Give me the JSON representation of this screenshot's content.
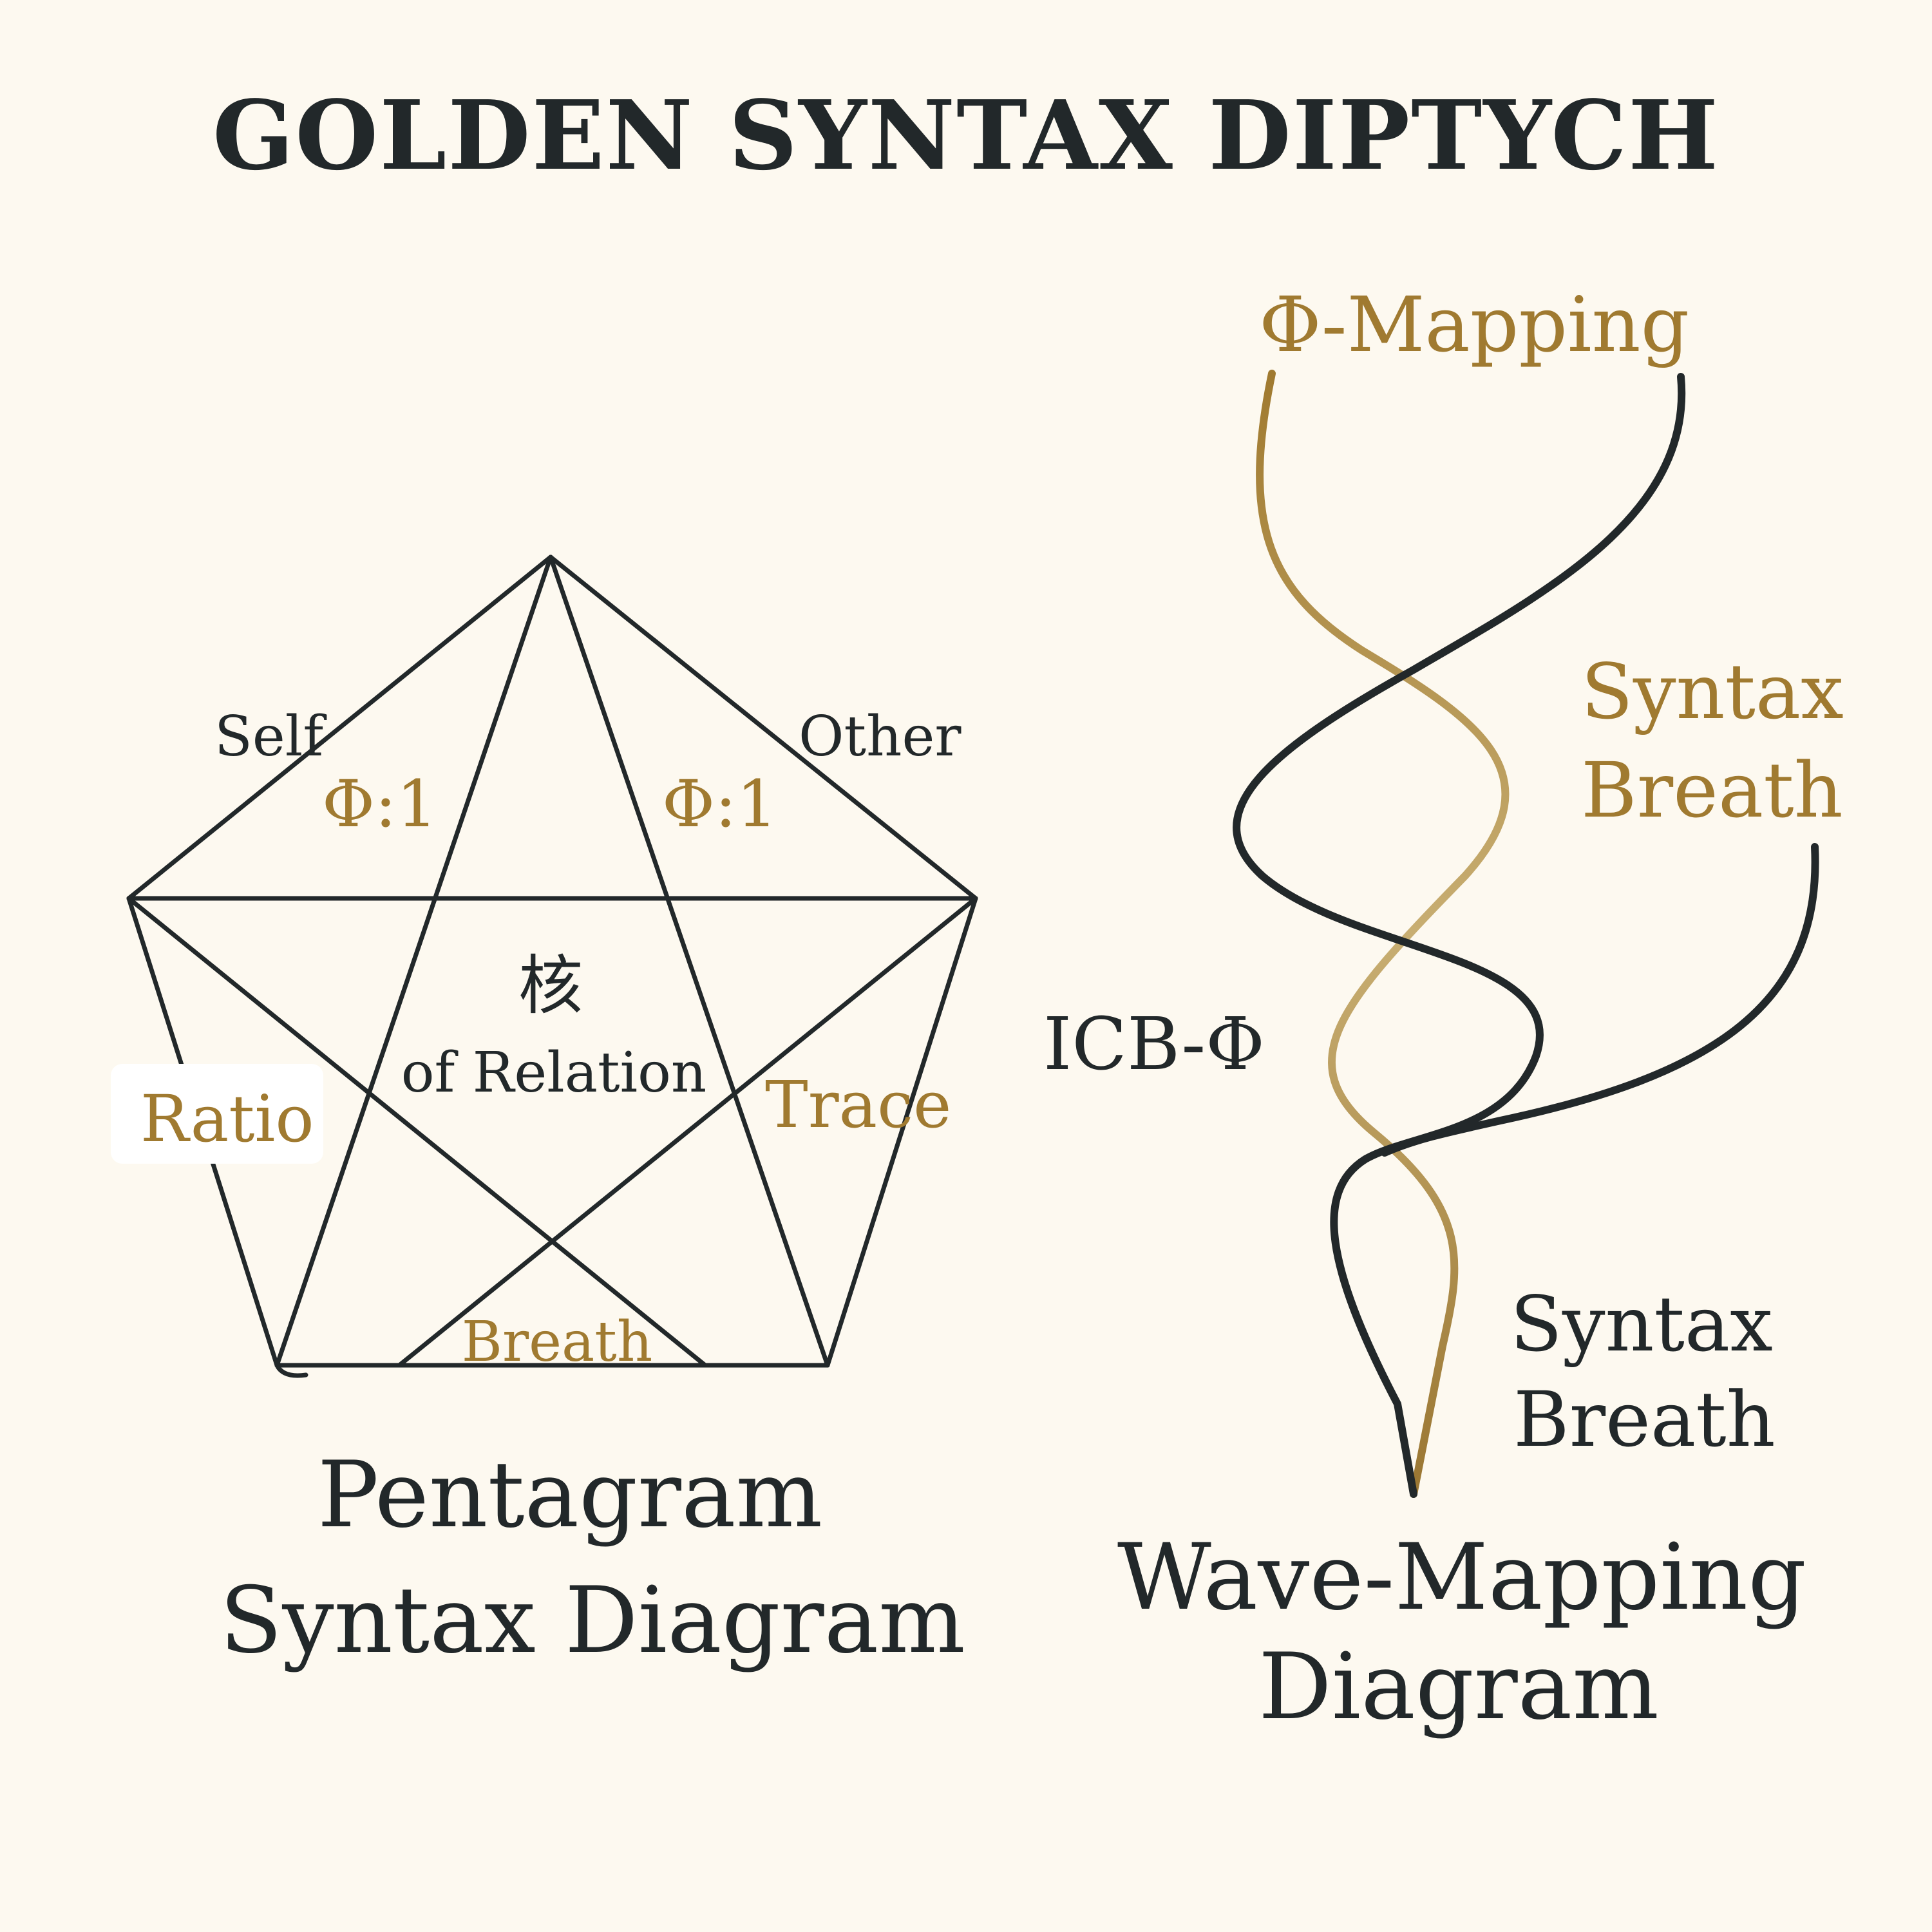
{
  "title": "GOLDEN SYNTAX DIPTYCH",
  "pentagram": {
    "label_self": "Self",
    "label_other": "Other",
    "label_phi_left": "Φ:1",
    "label_phi_right": "Φ:1",
    "center_kanji": "核",
    "center_text": "of Relation",
    "label_ratio": "Ratio",
    "label_trace": "Trace",
    "label_breath": "Breath",
    "caption_line1": "Pentagram",
    "caption_line2": "Syntax Diagram"
  },
  "wave": {
    "label_phi_mapping": "Φ-Mapping",
    "label_syntax_breath_gold_line1": "Syntax",
    "label_syntax_breath_gold_line2": "Breath",
    "label_icb": "ICB-Φ",
    "label_syntax_breath_dark_line1": "Syntax",
    "label_syntax_breath_dark_line2": "Breath",
    "caption_line1": "Wave-Mapping",
    "caption_line2": "Diagram"
  },
  "colors": {
    "background": "#fdf9f0",
    "ink": "#22282a",
    "gold": "#a07a30"
  }
}
